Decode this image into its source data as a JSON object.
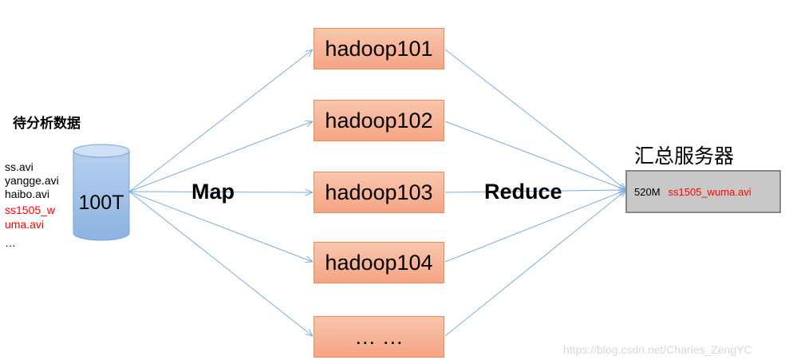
{
  "title": "待分析数据",
  "files": [
    {
      "text": "ss.avi",
      "highlight": false
    },
    {
      "text": "yangge.avi",
      "highlight": false
    },
    {
      "text": "haibo.avi",
      "highlight": false
    },
    {
      "text": "ss1505_w",
      "highlight": true
    },
    {
      "text": "uma.avi",
      "highlight": true
    },
    {
      "text": "…",
      "highlight": false
    }
  ],
  "storage": {
    "label": "100T",
    "icon": "database-cylinder-icon"
  },
  "map_label": "Map",
  "reduce_label": "Reduce",
  "nodes": [
    "hadoop101",
    "hadoop102",
    "hadoop103",
    "hadoop104",
    "… …"
  ],
  "server": {
    "title": "汇总服务器",
    "size": "520M",
    "file": "ss1505_wuma.avi"
  },
  "watermark": "https://blog.csdn.net/Charles_ZengYC",
  "colors": {
    "node_fill": "#f7b293",
    "node_border": "#f08a50",
    "arrow": "#7aaee0",
    "cylinder": "#9dbfe6",
    "server_fill": "#c8c8c8",
    "highlight": "#ff0000"
  }
}
